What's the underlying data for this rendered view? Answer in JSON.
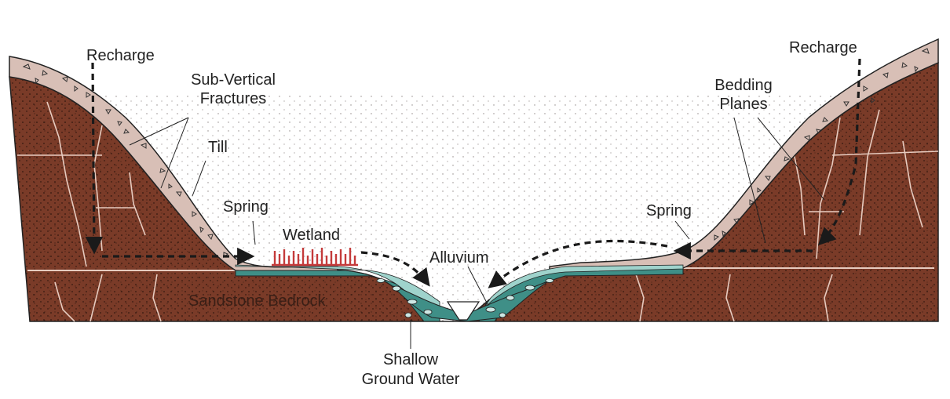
{
  "labels": {
    "recharge_left": "Recharge",
    "recharge_right": "Recharge",
    "sub_vertical_line1": "Sub-Vertical",
    "sub_vertical_line2": "Fractures",
    "till": "Till",
    "spring_left": "Spring",
    "spring_right": "Spring",
    "wetland": "Wetland",
    "alluvium": "Alluvium",
    "bedding_line1": "Bedding",
    "bedding_line2": "Planes",
    "sandstone": "Sandstone Bedrock",
    "shallow_line1": "Shallow",
    "shallow_line2": "Ground Water"
  },
  "colors": {
    "bedrock": "#7a3b28",
    "till": "#d8bfb6",
    "alluvium_dark": "#3f8f87",
    "alluvium_light": "#9fd3cc",
    "wetland": "#c43a3a",
    "fracture": "#e7cbbf",
    "arrow": "#1a1a1a"
  }
}
